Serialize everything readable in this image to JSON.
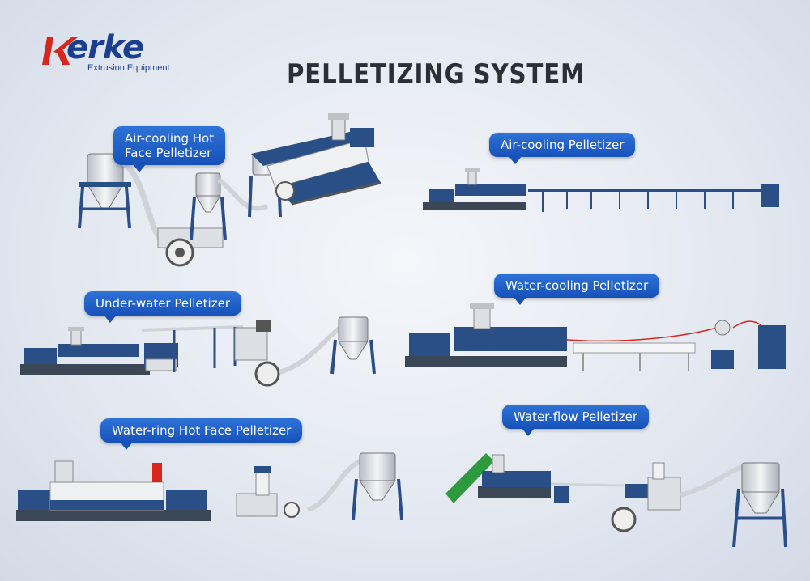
{
  "logo": {
    "brand": "erke",
    "subtitle": "Extrusion Equipment"
  },
  "title": "PELLETIZING SYSTEM",
  "systems": [
    {
      "label_line1": "Air-cooling Hot",
      "label_line2": "Face Pelletizer"
    },
    {
      "label_line1": "Air-cooling Pelletizer",
      "label_line2": ""
    },
    {
      "label_line1": "Under-water Pelletizer",
      "label_line2": ""
    },
    {
      "label_line1": "Water-cooling Pelletizer",
      "label_line2": ""
    },
    {
      "label_line1": "Water-ring Hot Face Pelletizer",
      "label_line2": ""
    },
    {
      "label_line1": "Water-flow Pelletizer",
      "label_line2": ""
    }
  ],
  "colors": {
    "brand_blue": "#1b3f8f",
    "brand_red": "#d8261d",
    "bubble_blue": "#1e5fc8",
    "machine_blue": "#2a4f86",
    "machine_grey": "#dcdfe3"
  }
}
